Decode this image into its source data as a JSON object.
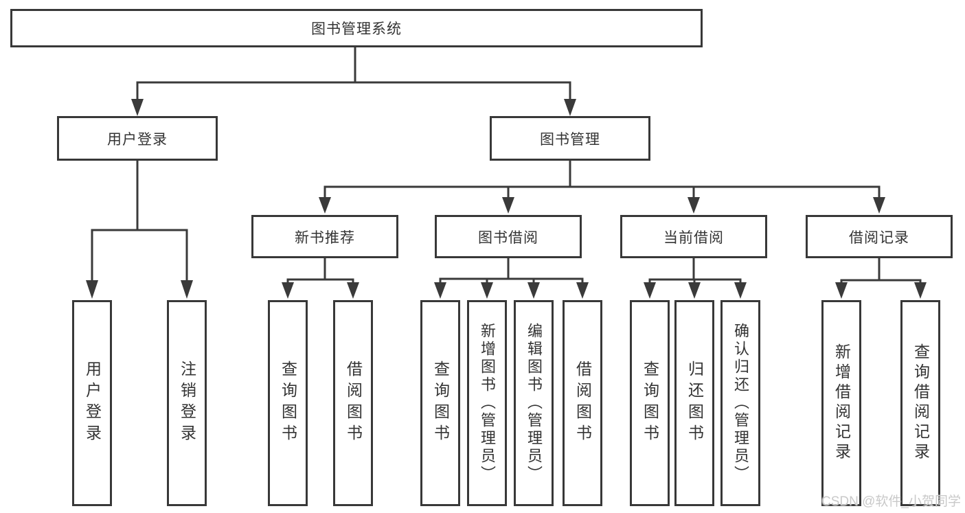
{
  "watermark": "CSDN @软件_小贺同学",
  "colors": {
    "line": "#3a3a3a",
    "box_border": "#383838",
    "text": "#333333",
    "watermark": "#c9c9c9",
    "background": "#ffffff"
  },
  "tree": {
    "root": {
      "label": "图书管理系统"
    },
    "branches": [
      {
        "label": "用户登录",
        "leaves": [
          {
            "label": "用户登录"
          },
          {
            "label": "注销登录"
          }
        ]
      },
      {
        "label": "图书管理",
        "groups": [
          {
            "label": "新书推荐",
            "leaves": [
              {
                "label": "查询图书"
              },
              {
                "label": "借阅图书"
              }
            ]
          },
          {
            "label": "图书借阅",
            "leaves": [
              {
                "label": "查询图书"
              },
              {
                "label": "新增图书（管理员）"
              },
              {
                "label": "编辑图书（管理员）"
              },
              {
                "label": "借阅图书"
              }
            ]
          },
          {
            "label": "当前借阅",
            "leaves": [
              {
                "label": "查询图书"
              },
              {
                "label": "归还图书"
              },
              {
                "label": "确认归还（管理员）"
              }
            ]
          },
          {
            "label": "借阅记录",
            "leaves": [
              {
                "label": "新增借阅记录"
              },
              {
                "label": "查询借阅记录"
              }
            ]
          }
        ]
      }
    ]
  }
}
